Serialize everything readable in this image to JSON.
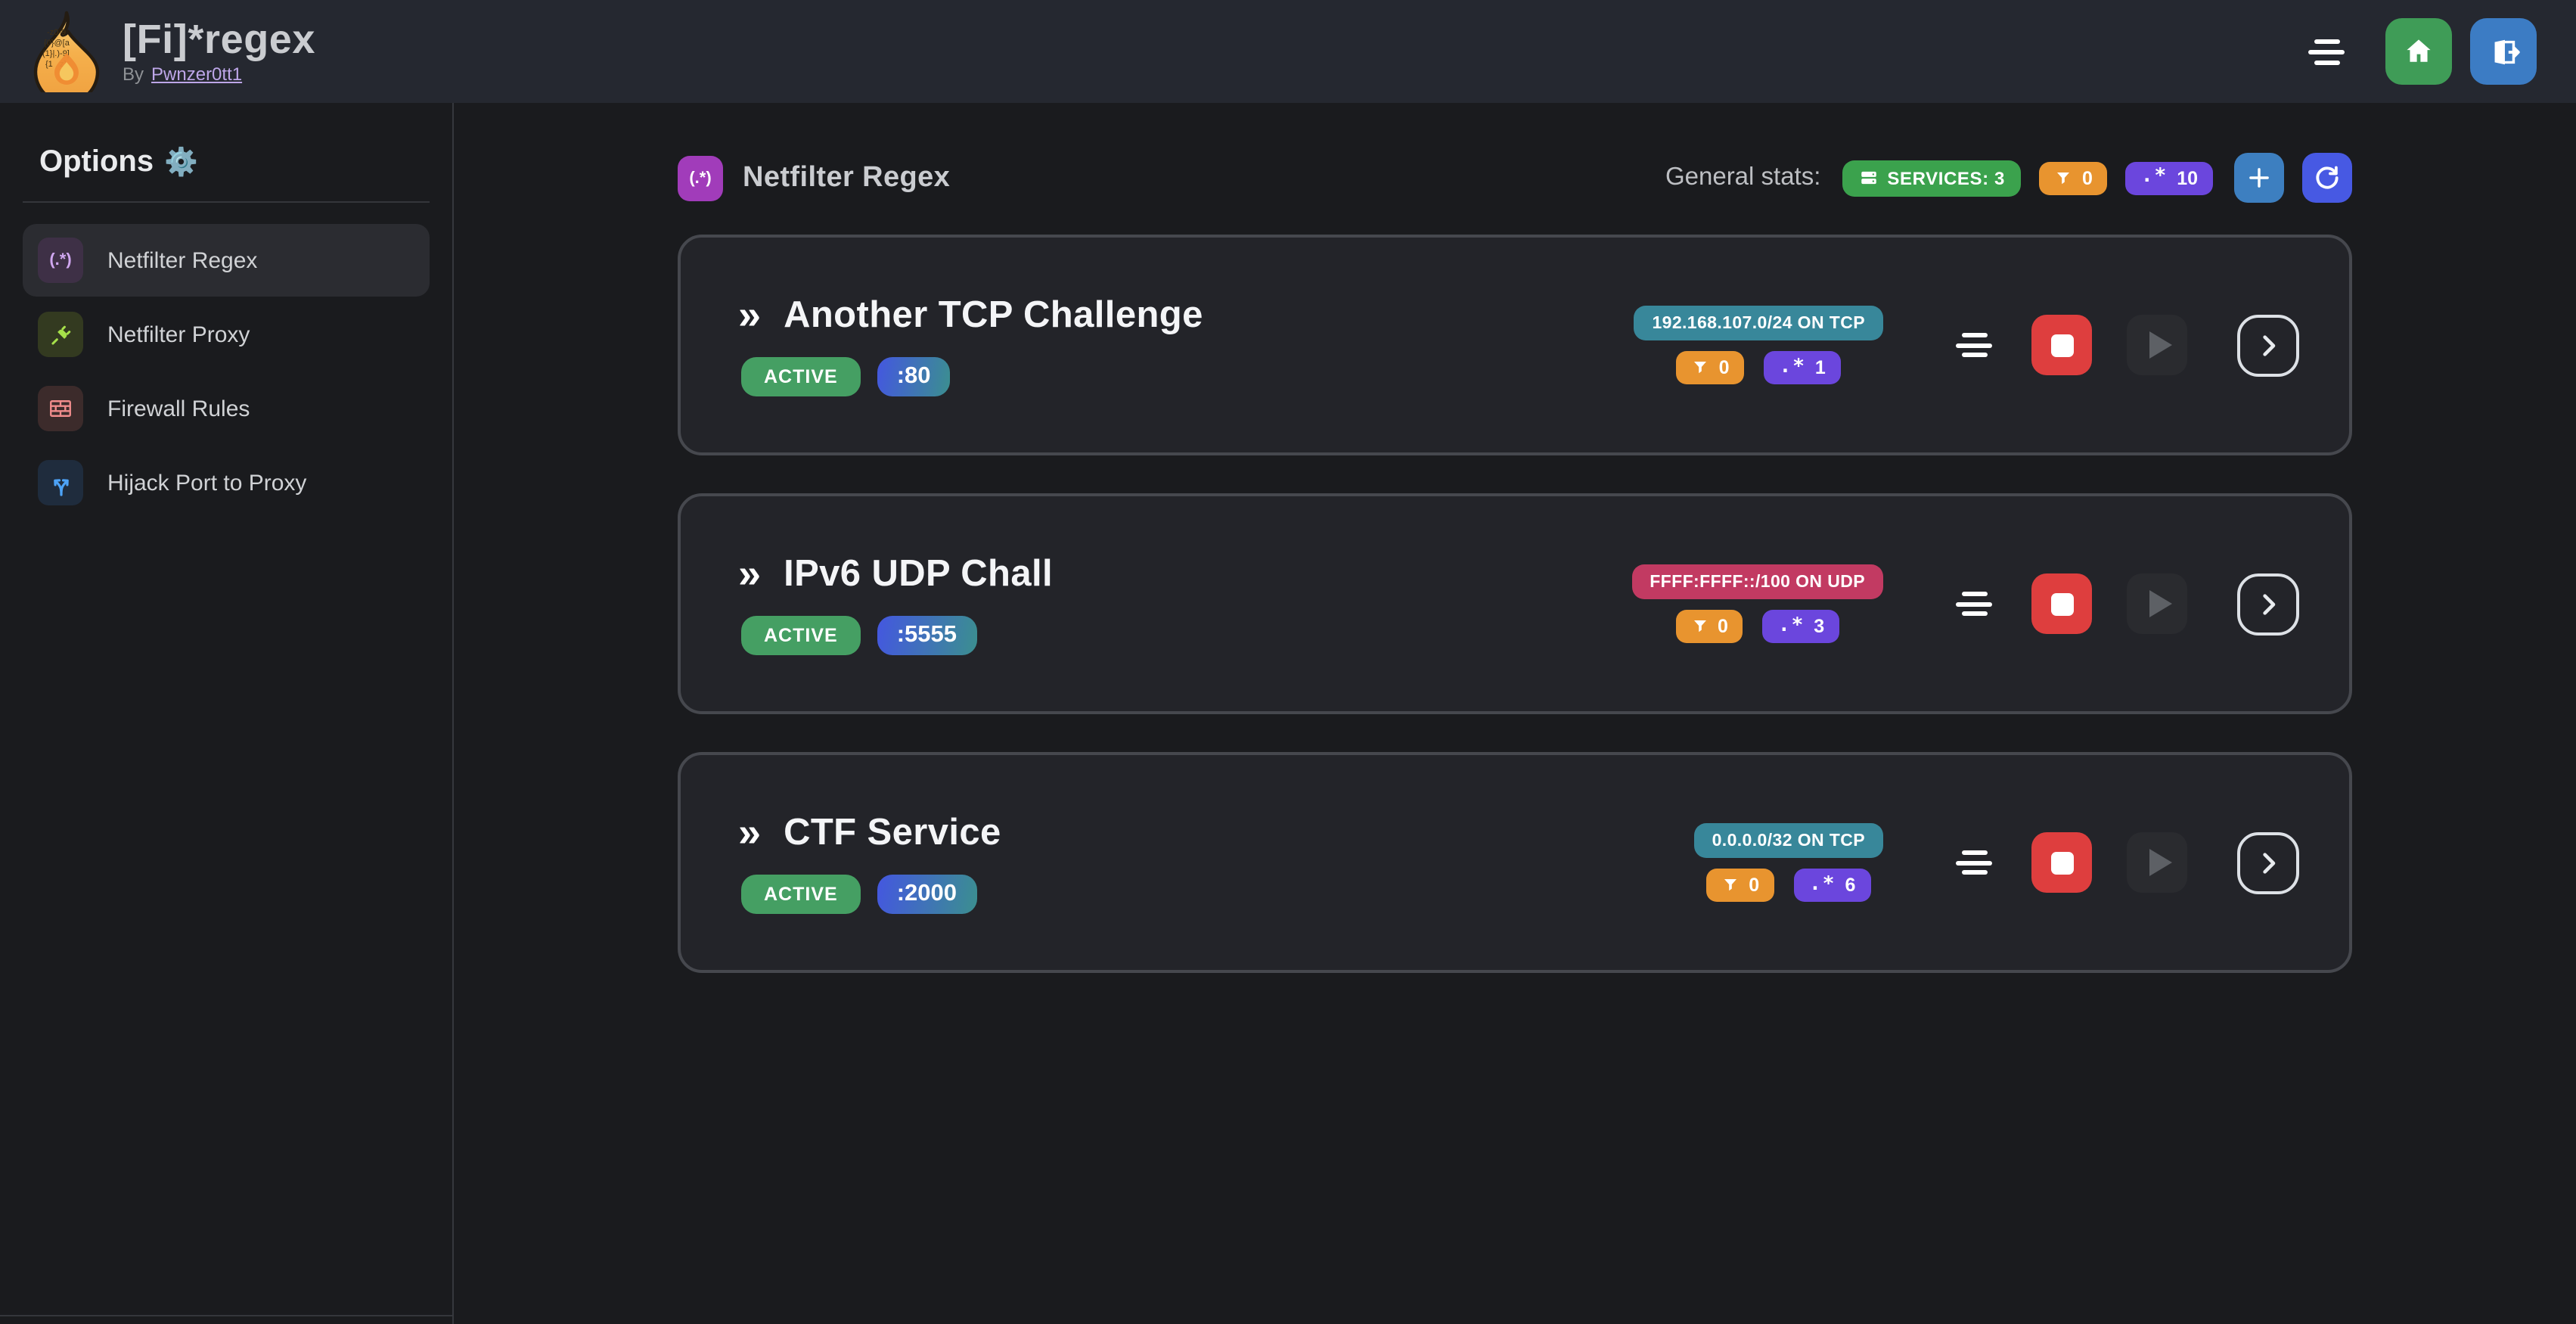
{
  "navbar": {
    "title": "[Fi]*regex",
    "byline_label": "By",
    "author": "Pwnzer0tt1"
  },
  "sidebar": {
    "header": "Options",
    "gear_char": "⚙️",
    "items": [
      {
        "label": "Netfilter Regex",
        "icon": "regex-icon",
        "glyph": "(.*)",
        "active": true
      },
      {
        "label": "Netfilter Proxy",
        "icon": "plug-icon",
        "active": false
      },
      {
        "label": "Firewall Rules",
        "icon": "wall-icon",
        "active": false
      },
      {
        "label": "Hijack Port to Proxy",
        "icon": "split-arrows-icon",
        "active": false
      }
    ]
  },
  "main": {
    "header": {
      "title": "Netfilter Regex",
      "icon_glyph": "(.*)"
    },
    "regex_glyph": ".*",
    "stats": {
      "label": "General stats:",
      "services": "SERVICES: 3",
      "filtered": "0",
      "regexes": "10"
    },
    "services": [
      {
        "title": "Another TCP Challenge",
        "chevrons": "»",
        "status": "ACTIVE",
        "port": ":80",
        "scope": "192.168.107.0/24 ON TCP",
        "scope_color": "teal",
        "filtered": "0",
        "regexes": "1"
      },
      {
        "title": "IPv6 UDP Chall",
        "chevrons": "»",
        "status": "ACTIVE",
        "port": ":5555",
        "scope": "FFFF:FFFF::/100 ON UDP",
        "scope_color": "pink",
        "filtered": "0",
        "regexes": "3"
      },
      {
        "title": "CTF Service",
        "chevrons": "»",
        "status": "ACTIVE",
        "port": ":2000",
        "scope": "0.0.0.0/32 ON TCP",
        "scope_color": "teal",
        "filtered": "0",
        "regexes": "6"
      }
    ]
  },
  "colors": {
    "accent_green": "#3ba24d",
    "accent_status_green": "#459f63",
    "accent_home_green": "#3f9c57",
    "accent_orange": "#e8942f",
    "accent_violet": "#6b46dd",
    "accent_teal": "#38879a",
    "accent_pink": "#c23a62",
    "accent_red": "#de3e3e",
    "accent_blue": "#3d7fc0",
    "accent_indigo": "#4759e3",
    "accent_logout_blue": "#3c7cc4"
  }
}
